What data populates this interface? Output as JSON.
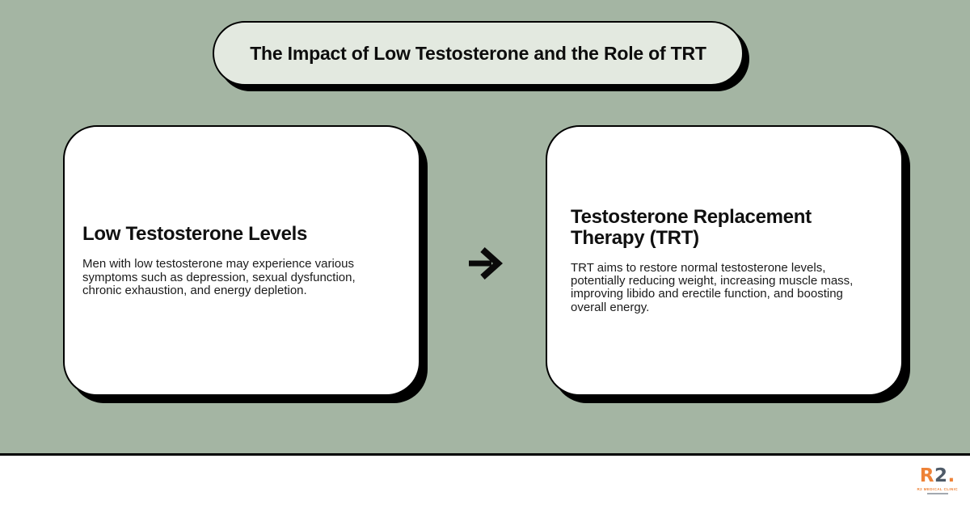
{
  "title": {
    "text": "The Impact of Low Testosterone and the Role of TRT"
  },
  "cards": [
    {
      "heading": "Low Testosterone Levels",
      "body": "Men with low testosterone may experience various symptoms such as depression, sexual dysfunction, chronic exhaustion, and energy depletion."
    },
    {
      "heading": "Testosterone Replacement Therapy (TRT)",
      "body": "TRT aims to restore normal testosterone levels, potentially reducing weight, increasing muscle mass, improving libido and erectile function, and boosting overall energy."
    }
  ],
  "arrow": {
    "icon": "right-arrow"
  },
  "footer": {
    "logo": {
      "r": "R",
      "two": "2",
      "dot": ".",
      "tagline": "R2 MEDICAL CLINIC"
    }
  },
  "colors": {
    "background": "#a4b5a3",
    "pill_fill": "#e3e9e0",
    "card_fill": "#ffffff",
    "outline": "#000000",
    "logo_orange": "#ee8237",
    "logo_slate": "#4e5a68"
  }
}
